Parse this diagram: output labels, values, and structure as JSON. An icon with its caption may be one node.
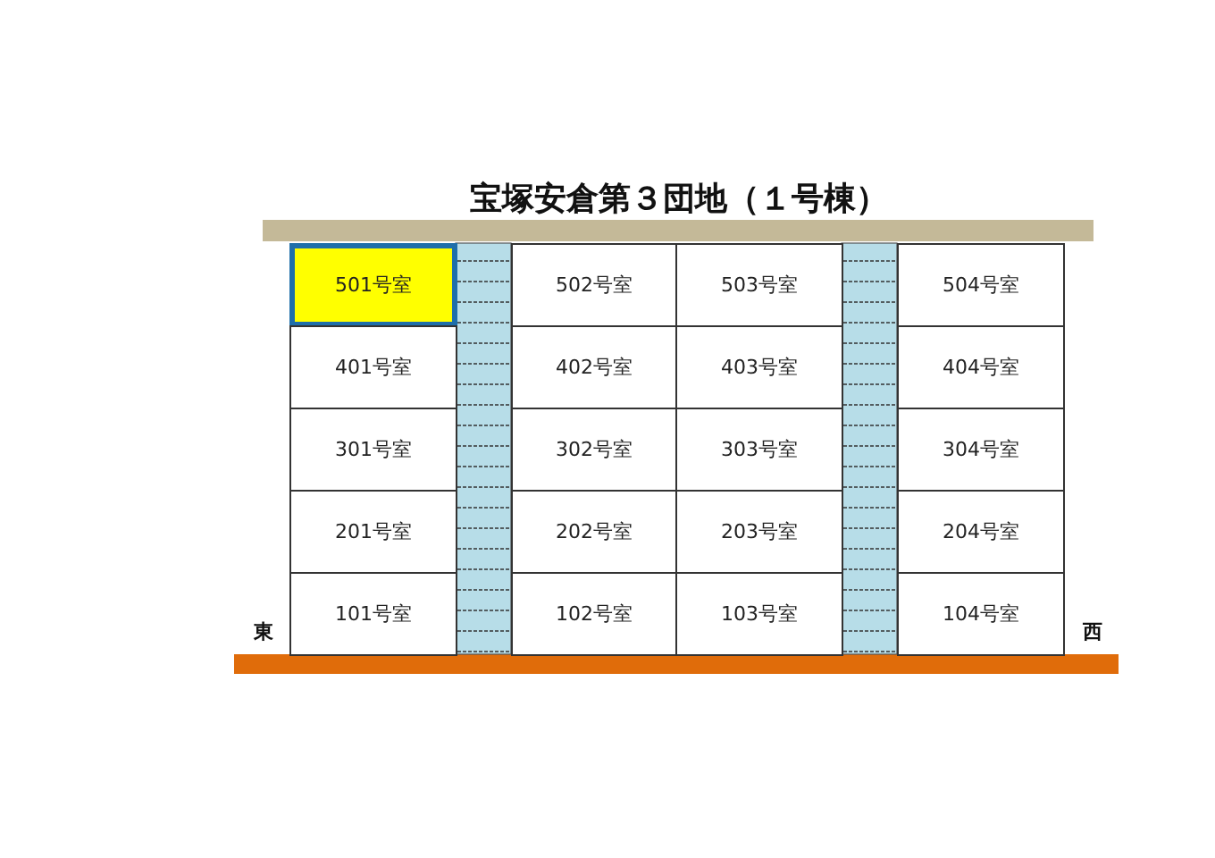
{
  "diagram": {
    "title": "宝塚安倉第３団地（１号棟）",
    "nodes": [
      {
        "text": [
          "501号室"
        ]
      },
      {
        "text": [
          "502号室"
        ]
      },
      {
        "text": [
          "503号室"
        ]
      },
      {
        "text": [
          "504号室"
        ]
      },
      {
        "text": [
          "401号室"
        ]
      },
      {
        "text": [
          "402号室"
        ]
      },
      {
        "text": [
          "403号室"
        ]
      },
      {
        "text": [
          "404号室"
        ]
      },
      {
        "text": [
          "301号室"
        ]
      },
      {
        "text": [
          "302号室"
        ]
      },
      {
        "text": [
          "303号室"
        ]
      },
      {
        "text": [
          "304号室"
        ]
      },
      {
        "text": [
          "201号室"
        ]
      },
      {
        "text": [
          "202号室"
        ]
      },
      {
        "text": [
          "203号室"
        ]
      },
      {
        "text": [
          "204号室"
        ]
      },
      {
        "text": [
          "101号室"
        ]
      },
      {
        "text": [
          "102号室"
        ]
      },
      {
        "text": [
          "103号室"
        ]
      },
      {
        "text": [
          "104号室"
        ]
      }
    ],
    "labels": [
      "東",
      "西"
    ]
  }
}
